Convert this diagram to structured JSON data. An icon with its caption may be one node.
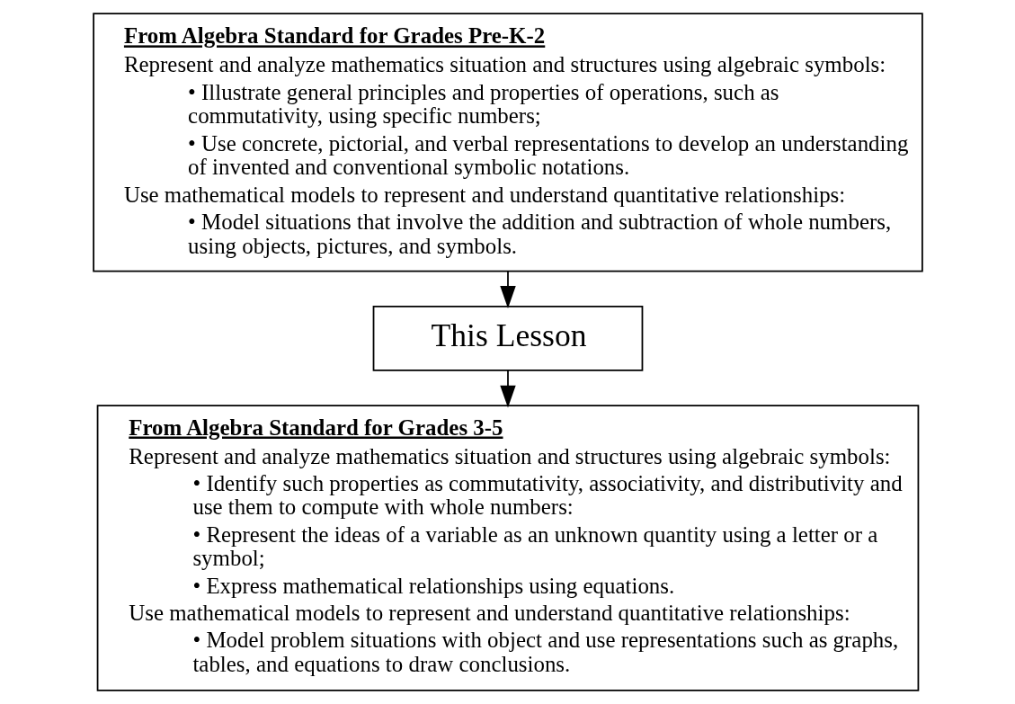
{
  "diagram": {
    "nodes": [
      {
        "text": [
          "From Algebra Standard for Grades Pre-K-2",
          "Represent and analyze mathematics situation and structures using algebraic symbols:",
          "• Illustrate general principles and properties of operations, such as commutativity, using specific numbers;",
          "• Use concrete, pictorial, and verbal representations to develop an understanding of invented and conventional symbolic notations.",
          "Use mathematical models to represent and understand quantitative relationships:",
          "• Model situations that involve the addition and subtraction of whole numbers, using objects, pictures, and symbols."
        ]
      },
      {
        "text": [
          "This Lesson"
        ]
      },
      {
        "text": [
          "From Algebra Standard for Grades 3-5",
          "Represent and analyze mathematics situation and structures using algebraic symbols:",
          "• Identify such properties as commutativity, associativity, and distributivity and use them to compute with whole numbers:",
          "• Represent the ideas of a variable as an unknown quantity using a letter or a symbol;",
          "• Express mathematical relationships using equations.",
          "Use mathematical models to represent and understand quantitative relationships:",
          "• Model problem situations with object and use representations such as graphs, tables, and equations to draw conclusions."
        ]
      }
    ],
    "edges": [
      {
        "from": 0,
        "to": 1,
        "arrow": "to"
      },
      {
        "from": 1,
        "to": 2,
        "arrow": "to"
      }
    ]
  }
}
